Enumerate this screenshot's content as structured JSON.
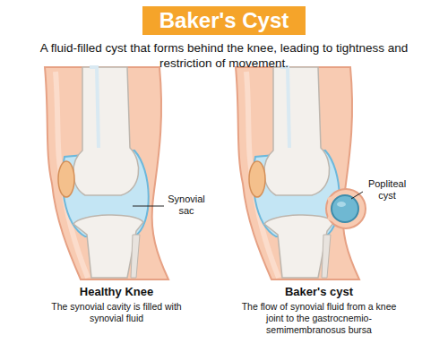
{
  "diagram": {
    "title": "Baker's Cyst",
    "labels": [
      "A fluid-filled cyst that forms behind the knee, leading to tightness and restriction of movement.",
      "Synovial sac",
      "Popliteal cyst",
      "Healthy Knee",
      "The synovial cavity is filled with synovial fluid",
      "Baker's cyst",
      "The flow of synovial fluid from a knee joint to the gastrocnemio-semimembranosus bursa"
    ]
  }
}
